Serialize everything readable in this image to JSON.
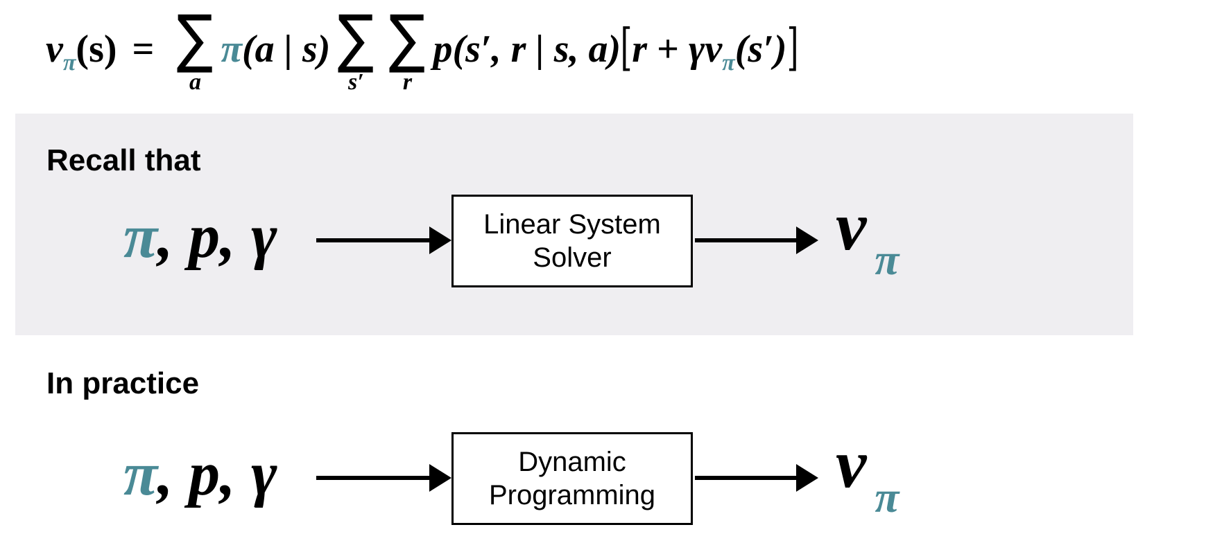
{
  "colors": {
    "accent": "#4a8a96",
    "panel_background": "#efeef1",
    "text": "#000000"
  },
  "equation": {
    "lhs_symbol": "v",
    "lhs_subscript": "π",
    "lhs_argument": "(s)",
    "equals": "=",
    "sum1_index": "a",
    "policy_symbol": "π",
    "policy_argument": "(a | s)",
    "sum2_index": "s′",
    "sum3_index": "r",
    "dynamics": "p(s′, r | s, a)",
    "bracket_open": "[",
    "reward": "r",
    "plus": "+",
    "discount": "γ",
    "next_value_symbol": "v",
    "next_value_subscript": "π",
    "next_value_argument": "(s′)",
    "bracket_close": "]"
  },
  "recall": {
    "heading": "Recall that",
    "input_pi": "π",
    "input_rest": ", p, γ",
    "box_line1": "Linear System",
    "box_line2": "Solver",
    "output_symbol": "v",
    "output_subscript": "π"
  },
  "practice": {
    "heading": "In practice",
    "input_pi": "π",
    "input_rest": ", p, γ",
    "box_line1": "Dynamic",
    "box_line2": "Programming",
    "output_symbol": "v",
    "output_subscript": "π"
  }
}
